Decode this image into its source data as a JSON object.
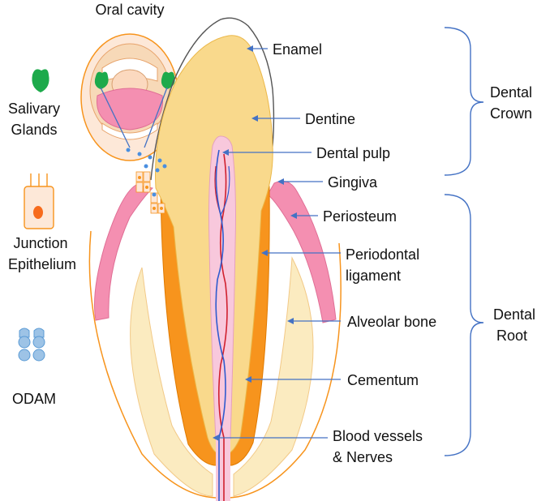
{
  "title": "Oral cavity",
  "legend": {
    "salivary": "Salivary Glands",
    "junction": "Junction Epithelium",
    "odam": "ODAM"
  },
  "labels": {
    "enamel": "Enamel",
    "dentine": "Dentine",
    "pulp": "Dental pulp",
    "gingiva": "Gingiva",
    "periosteum": "Periosteum",
    "pdl_1": "Periodontal",
    "pdl_2": "ligament",
    "alveolar": "Alveolar bone",
    "cementum": "Cementum",
    "vessels_1": "Blood vessels",
    "vessels_2": "& Nerves"
  },
  "brackets": {
    "crown_1": "Dental",
    "crown_2": "Crown",
    "root_1": "Dental",
    "root_2": "Root"
  },
  "colors": {
    "dentine": "#F9D98C",
    "pink": "#F48FB1",
    "orange": "#F7941D",
    "bone": "#FBEBC0",
    "pulp": "#F8C8DC",
    "pointer": "#4472C4",
    "bracket": "#4472C4",
    "gland": "#1DAA4B",
    "odam": "#9DC3E6"
  }
}
